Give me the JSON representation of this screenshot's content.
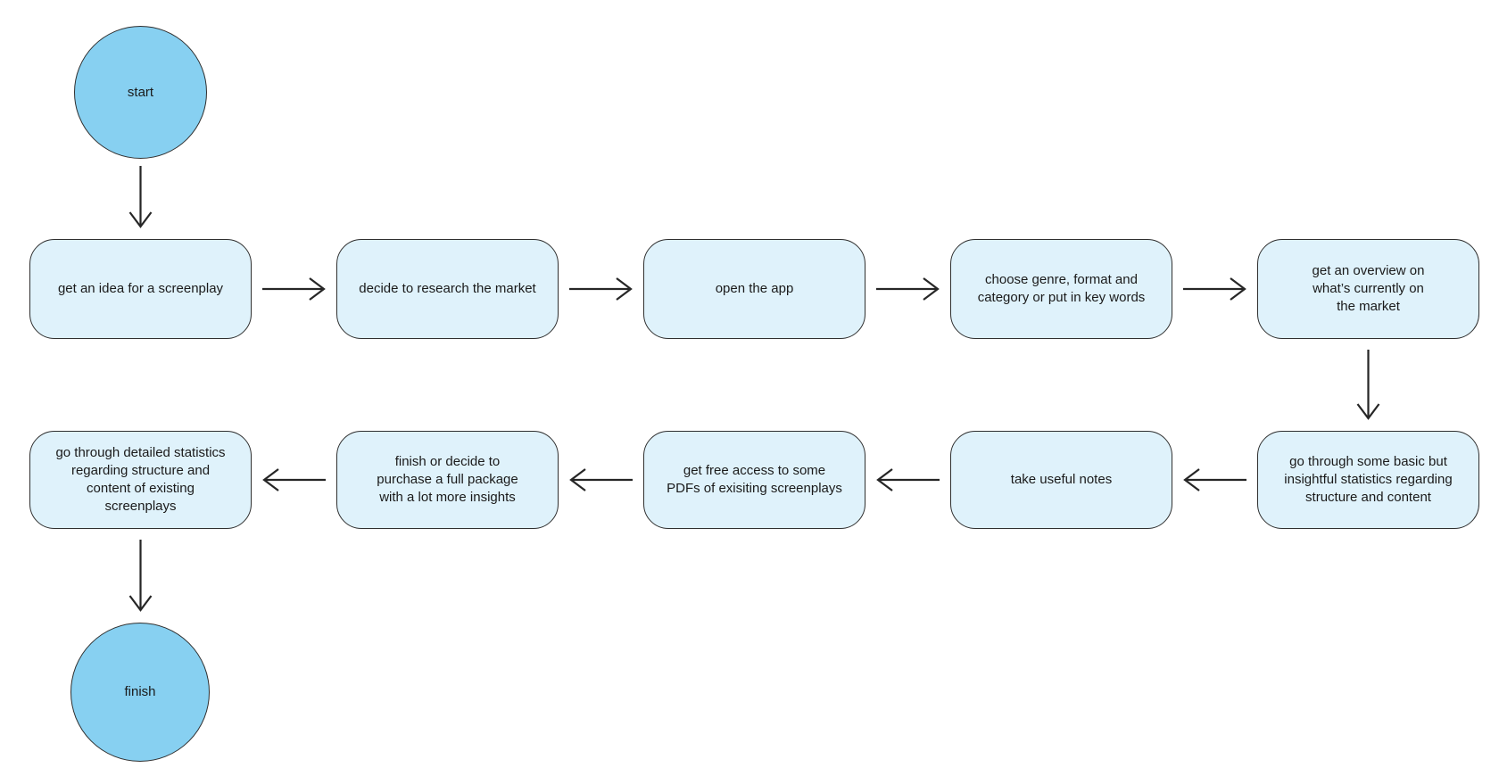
{
  "colors": {
    "background": "#ffffff",
    "terminal_fill": "#87D0F1",
    "process_fill": "#DFF2FB",
    "outline": "#2f2f2f",
    "arrow": "#262626",
    "text": "#1a1a1a"
  },
  "nodes": [
    {
      "id": "start",
      "shape": "circle",
      "label": "start"
    },
    {
      "id": "get-idea",
      "shape": "rounded-rect",
      "label": "get an idea for a screenplay"
    },
    {
      "id": "research-market",
      "shape": "rounded-rect",
      "label": "decide to research the market"
    },
    {
      "id": "open-app",
      "shape": "rounded-rect",
      "label": "open the app"
    },
    {
      "id": "choose-genre",
      "shape": "rounded-rect",
      "label": "choose genre, format and\ncategory or put in key words"
    },
    {
      "id": "overview-market",
      "shape": "rounded-rect",
      "label": "get an overview on\nwhat’s currently on\nthe market"
    },
    {
      "id": "basic-stats",
      "shape": "rounded-rect",
      "label": "go through some basic but\ninsightful statistics regarding\nstructure and content"
    },
    {
      "id": "take-notes",
      "shape": "rounded-rect",
      "label": "take useful notes"
    },
    {
      "id": "free-pdfs",
      "shape": "rounded-rect",
      "label": "get free access to some\nPDFs of exisiting screenplays"
    },
    {
      "id": "finish-or-purchase",
      "shape": "rounded-rect",
      "label": "finish or decide to\npurchase a full package\nwith a lot more insights"
    },
    {
      "id": "detailed-stats",
      "shape": "rounded-rect",
      "label": "go through detailed statistics\nregarding structure and\ncontent of existing\nscreenplays"
    },
    {
      "id": "finish",
      "shape": "circle",
      "label": "finish"
    }
  ],
  "edges": [
    {
      "from": "start",
      "to": "get-idea",
      "direction": "down"
    },
    {
      "from": "get-idea",
      "to": "research-market",
      "direction": "right"
    },
    {
      "from": "research-market",
      "to": "open-app",
      "direction": "right"
    },
    {
      "from": "open-app",
      "to": "choose-genre",
      "direction": "right"
    },
    {
      "from": "choose-genre",
      "to": "overview-market",
      "direction": "right"
    },
    {
      "from": "overview-market",
      "to": "basic-stats",
      "direction": "down"
    },
    {
      "from": "basic-stats",
      "to": "take-notes",
      "direction": "left"
    },
    {
      "from": "take-notes",
      "to": "free-pdfs",
      "direction": "left"
    },
    {
      "from": "free-pdfs",
      "to": "finish-or-purchase",
      "direction": "left"
    },
    {
      "from": "finish-or-purchase",
      "to": "detailed-stats",
      "direction": "left"
    },
    {
      "from": "detailed-stats",
      "to": "finish",
      "direction": "down"
    }
  ]
}
